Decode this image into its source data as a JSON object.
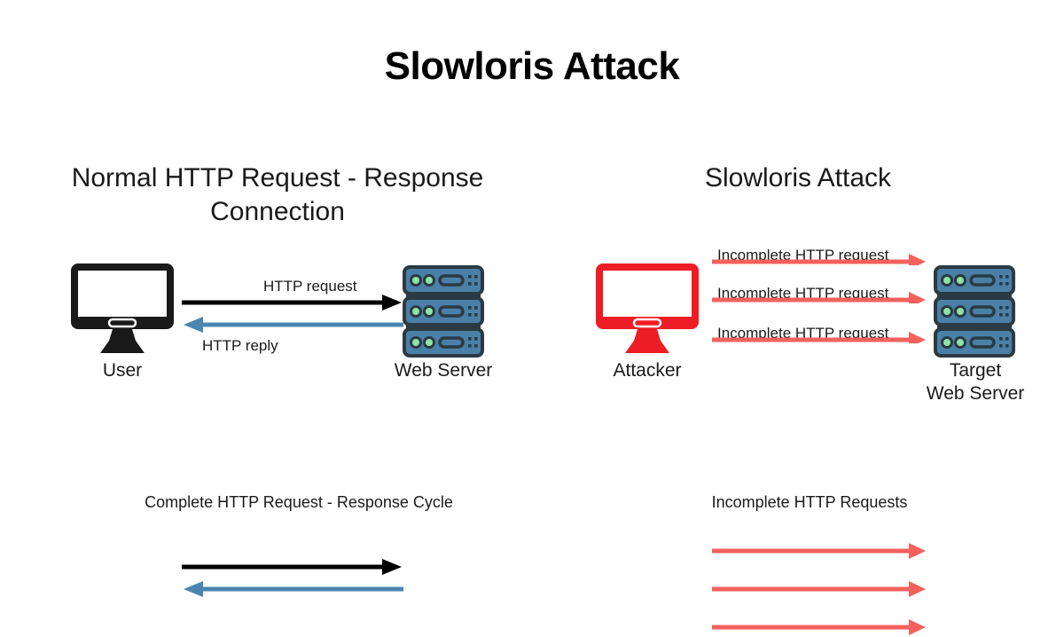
{
  "title": "Slowloris Attack",
  "panels": {
    "left": {
      "heading": "Normal HTTP Request - Response Connection",
      "nodes": {
        "client": {
          "label": "User",
          "icon": "monitor-icon",
          "color": "#1a1a1a"
        },
        "server": {
          "label": "Web Server",
          "icon": "server-rack-icon",
          "color": "#4a80a8"
        }
      },
      "flows": [
        {
          "label": "HTTP request",
          "direction": "right",
          "color": "#000000"
        },
        {
          "label": "HTTP reply",
          "direction": "left",
          "color": "#4a86b0"
        }
      ],
      "legend": {
        "caption": "Complete HTTP Request - Response Cycle",
        "arrows": [
          {
            "direction": "right",
            "color": "#000000"
          },
          {
            "direction": "left",
            "color": "#4a86b0"
          }
        ]
      }
    },
    "right": {
      "heading": "Slowloris Attack",
      "nodes": {
        "client": {
          "label": "Attacker",
          "icon": "monitor-icon",
          "color": "#ee1c25"
        },
        "server": {
          "label": "Target\nWeb Server",
          "label_line1": "Target",
          "label_line2": "Web Server",
          "icon": "server-rack-icon",
          "color": "#4a80a8"
        }
      },
      "flows": [
        {
          "label": "Incomplete HTTP request",
          "direction": "right",
          "color": "#f4615c"
        },
        {
          "label": "Incomplete HTTP request",
          "direction": "right",
          "color": "#f4615c"
        },
        {
          "label": "Incomplete HTTP request",
          "direction": "right",
          "color": "#f4615c"
        }
      ],
      "legend": {
        "caption": "Incomplete HTTP Requests",
        "arrows": [
          {
            "direction": "right",
            "color": "#f4615c"
          },
          {
            "direction": "right",
            "color": "#f4615c"
          },
          {
            "direction": "right",
            "color": "#f4615c"
          }
        ]
      }
    }
  },
  "colors": {
    "background": "#ffffff",
    "text": "#1a1a1a",
    "black_arrow": "#000000",
    "blue_arrow": "#4a86b0",
    "red_arrow": "#f4615c",
    "attacker_red": "#ee1c25",
    "server_body": "#4a80a8",
    "server_outline": "#2b3a42",
    "server_led": "#8fe3a8"
  }
}
